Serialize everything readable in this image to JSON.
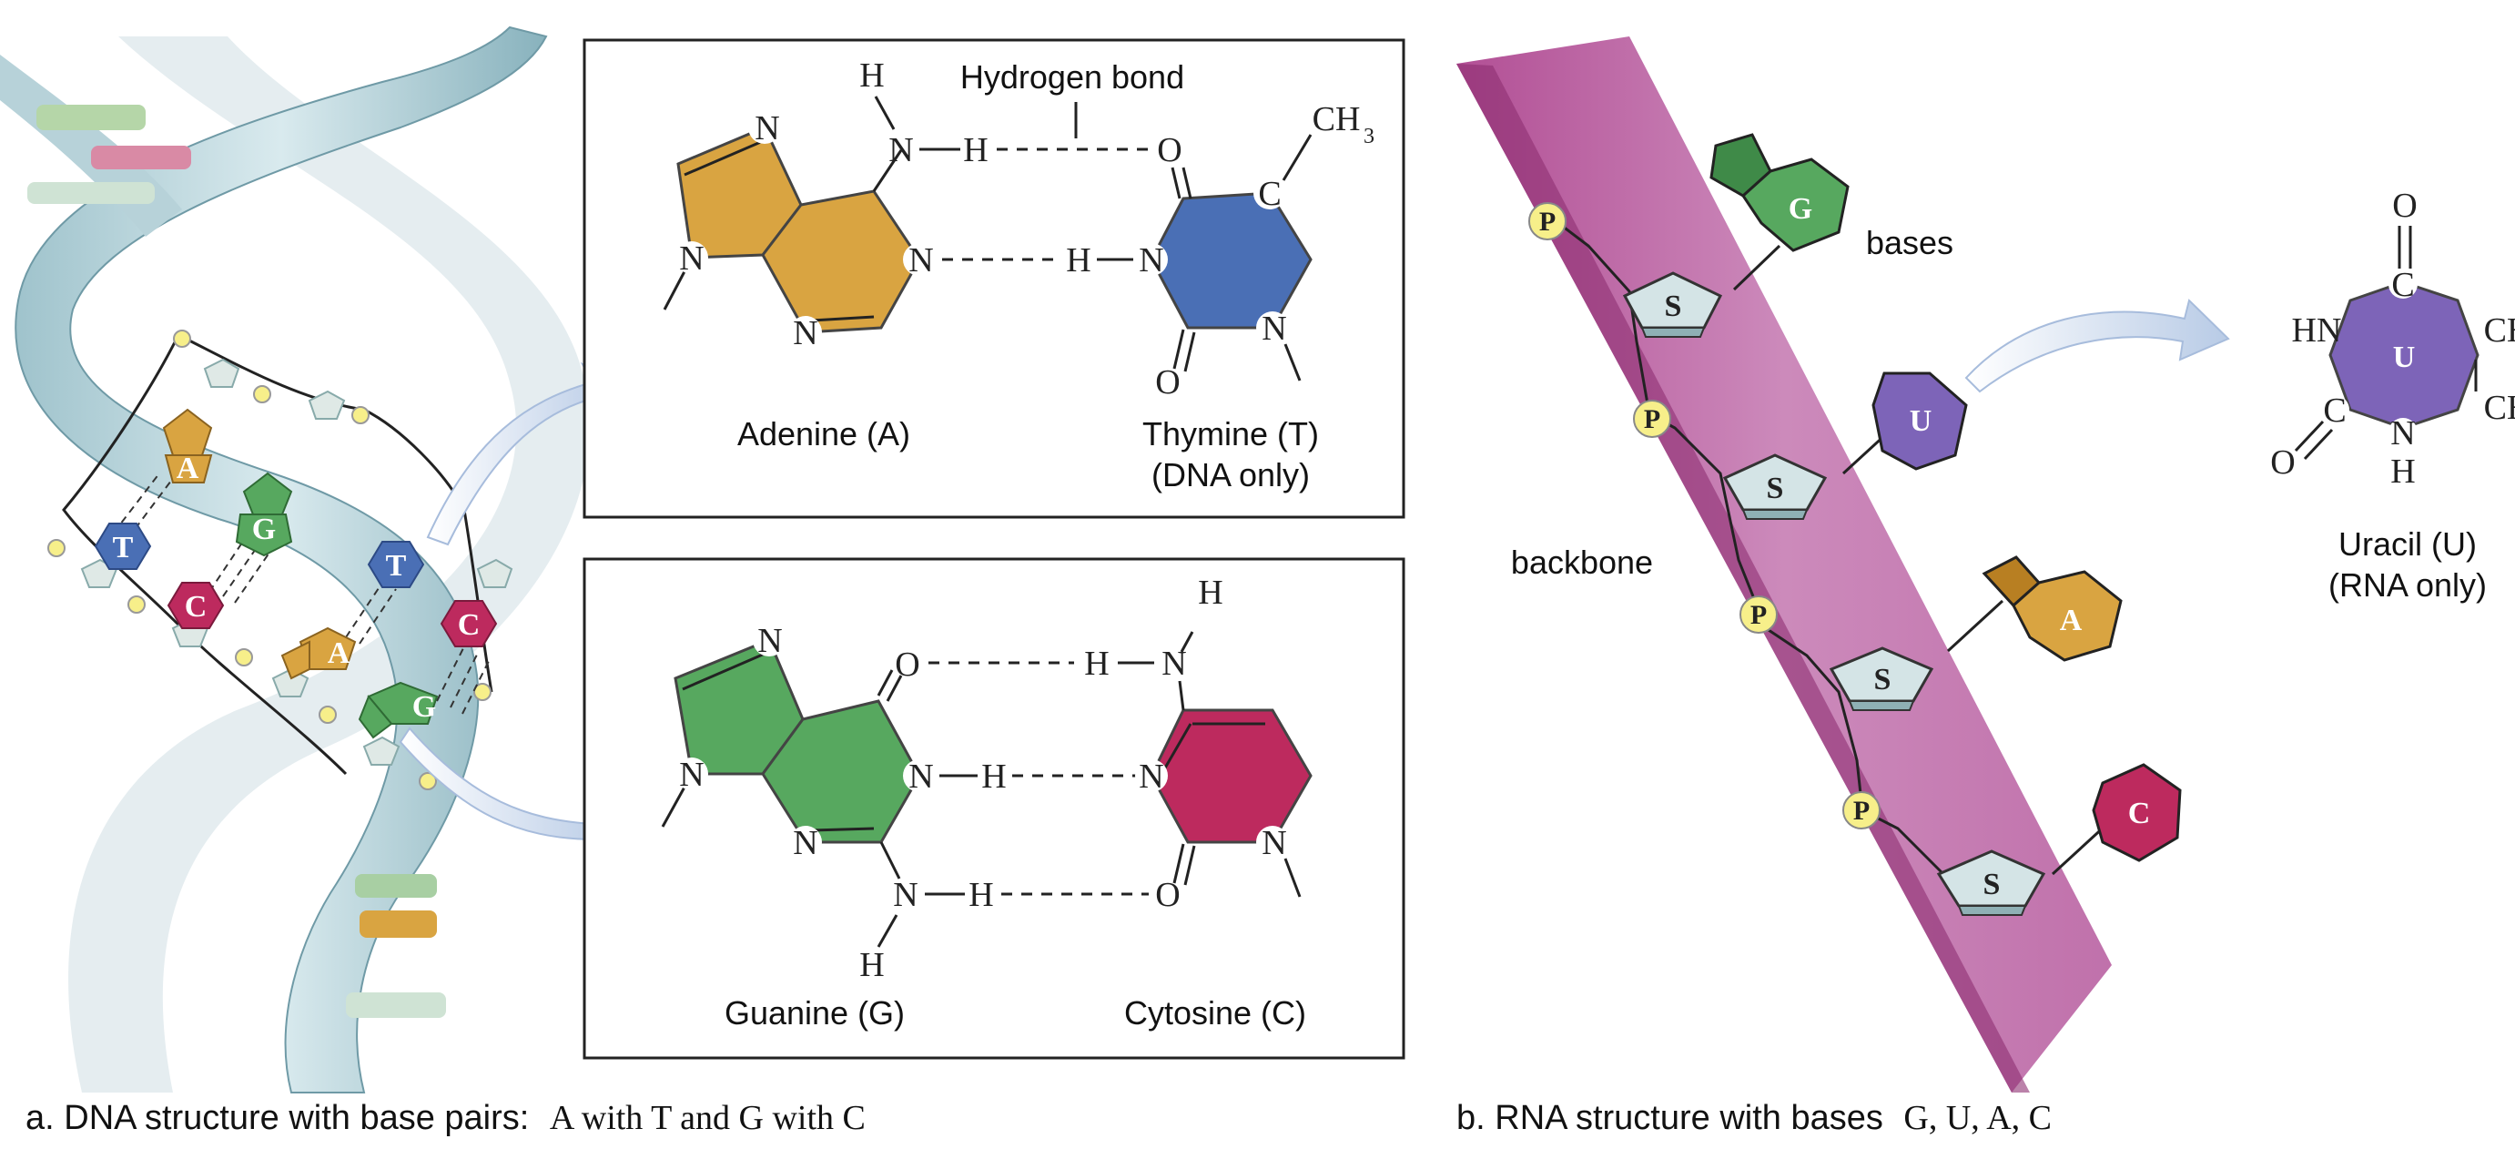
{
  "colors": {
    "adenine": "#d9a441",
    "thymine": "#4a6fb5",
    "guanine": "#57a85f",
    "cytosine": "#bd2a5e",
    "uracil": "#7d64b8",
    "backbone": "#c06aa8",
    "sugar": "#d4e4e6",
    "phosphate": "#f7ef8a"
  },
  "panel_a": {
    "helix_labels": [
      "A",
      "T",
      "G",
      "C",
      "C",
      "A",
      "T",
      "C",
      "G"
    ],
    "box1": {
      "hydrogen_bond_label": "Hydrogen bond",
      "left_name": "Adenine (A)",
      "right_name": "Thymine (T)",
      "right_note": "(DNA only)",
      "atoms": {
        "N": "N",
        "H": "H",
        "O": "O",
        "C": "C",
        "CH": "CH",
        "three": "3"
      }
    },
    "box2": {
      "left_name": "Guanine (G)",
      "right_name": "Cytosine (C)"
    },
    "caption_lead": "a. DNA structure with base pairs:",
    "caption_tail": "A with T and G with C"
  },
  "panel_b": {
    "bases_label": "bases",
    "backbone_label": "backbone",
    "sugar_label": "S",
    "phosphate_label": "P",
    "base_letters": [
      "G",
      "U",
      "A",
      "C"
    ],
    "uracil": {
      "ring_label": "U",
      "atoms": {
        "O": "O",
        "C": "C",
        "HN": "HN",
        "CH": "CH",
        "N": "N",
        "H": "H"
      },
      "name": "Uracil (U)",
      "note": "(RNA only)"
    },
    "caption_lead": "b. RNA structure with bases",
    "caption_tail": "G, U, A, C"
  }
}
